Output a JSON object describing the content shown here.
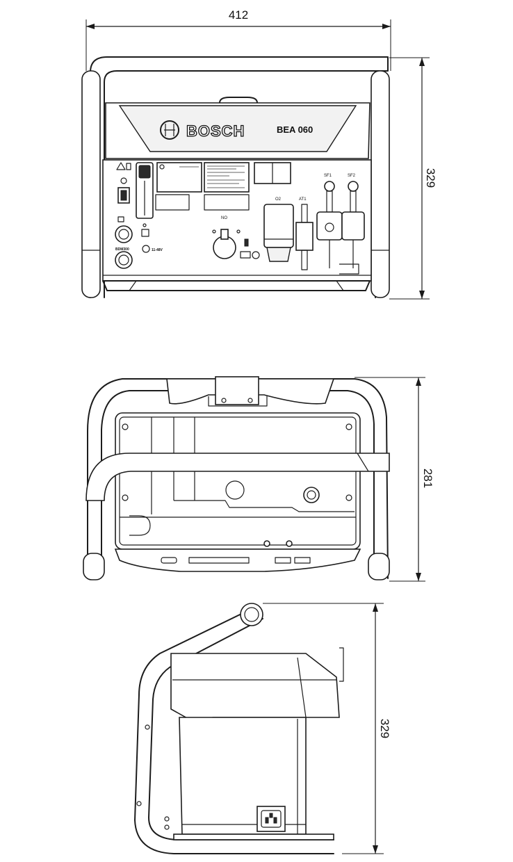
{
  "dimensions": {
    "front_width": "412",
    "front_height": "329",
    "top_depth": "281",
    "side_height": "329"
  },
  "front_panel": {
    "brand": "BOSCH",
    "model": "BEA 060",
    "label_o2": "O2",
    "label_at1": "AT1",
    "label_sf1": "SF1",
    "label_sf2": "SF2",
    "label_no": "NO",
    "label_bdm": "BDM300",
    "label_volt": "11-48V"
  }
}
